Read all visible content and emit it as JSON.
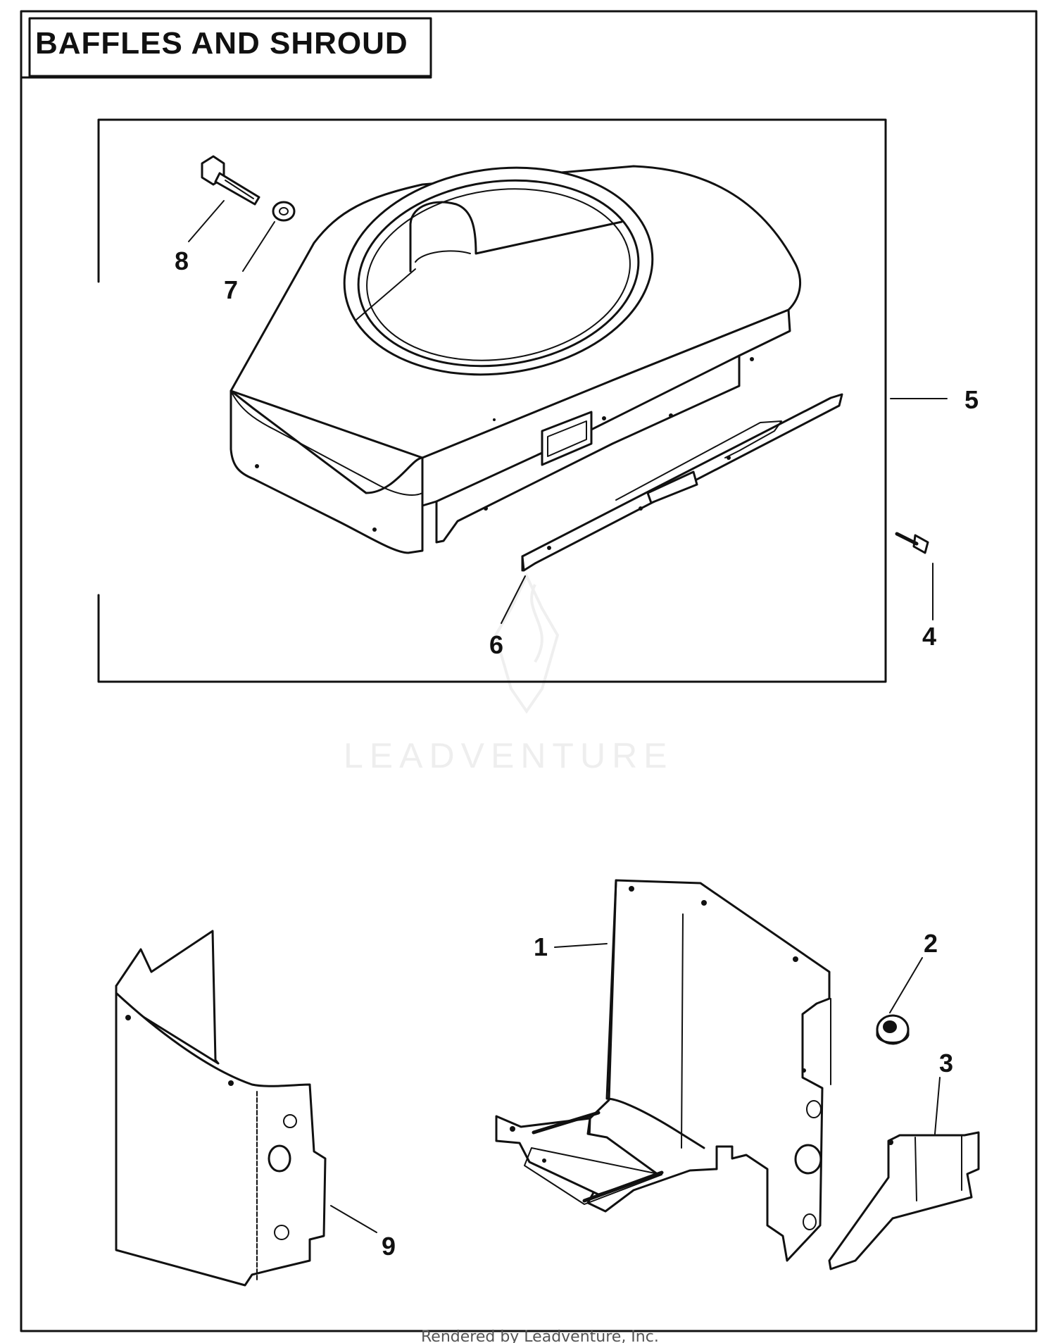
{
  "title": "BAFFLES AND SHROUD",
  "watermark": "LEADVENTURE",
  "footer": "Rendered by Leadventure, Inc.",
  "callouts": [
    {
      "id": "1",
      "part": "cylinder baffle (right)"
    },
    {
      "id": "2",
      "part": "nut"
    },
    {
      "id": "3",
      "part": "baffle plate"
    },
    {
      "id": "4",
      "part": "screw"
    },
    {
      "id": "5",
      "part": "blower housing / shroud"
    },
    {
      "id": "6",
      "part": "side baffle strip"
    },
    {
      "id": "7",
      "part": "washer"
    },
    {
      "id": "8",
      "part": "bolt"
    },
    {
      "id": "9",
      "part": "cylinder baffle (left)"
    }
  ],
  "colors": {
    "line": "#111111",
    "background": "#ffffff",
    "watermark": "#e4e4e4"
  }
}
